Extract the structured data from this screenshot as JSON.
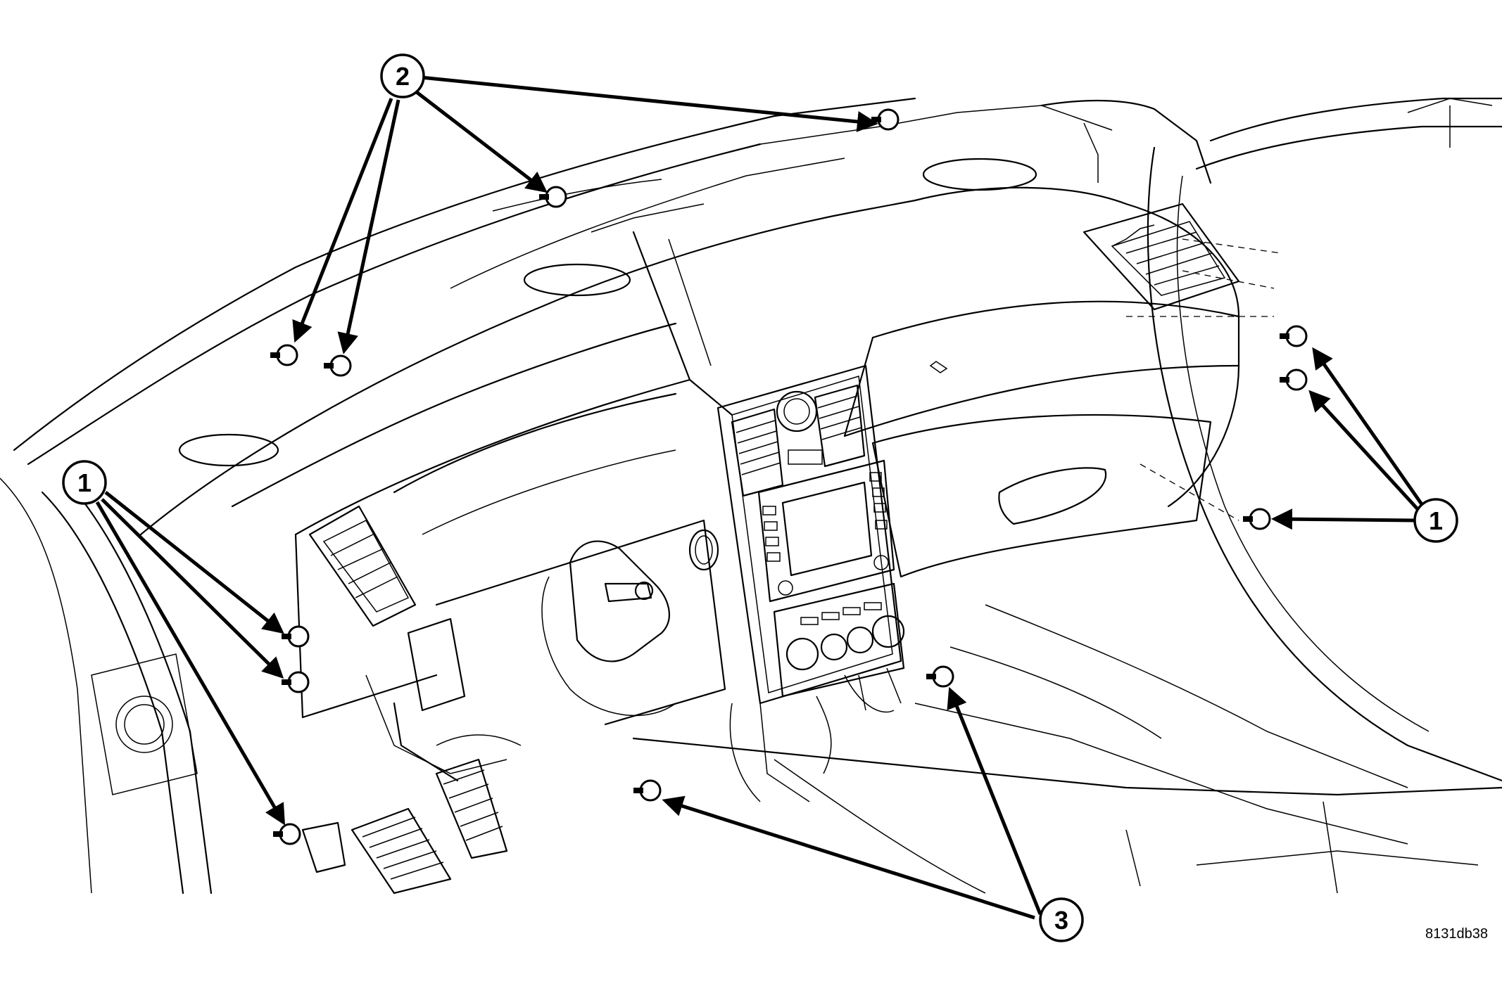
{
  "figure": {
    "reference_code": "8131db38"
  },
  "callouts": [
    {
      "id": "c2",
      "label": "2"
    },
    {
      "id": "c1-left",
      "label": "1"
    },
    {
      "id": "c1-right",
      "label": "1"
    },
    {
      "id": "c3",
      "label": "3"
    }
  ],
  "components": [
    "instrument-panel",
    "defroster-vents",
    "center-stack",
    "radio-display",
    "hvac-controls",
    "glove-box",
    "steering-column",
    "pedals",
    "floor-pan"
  ]
}
